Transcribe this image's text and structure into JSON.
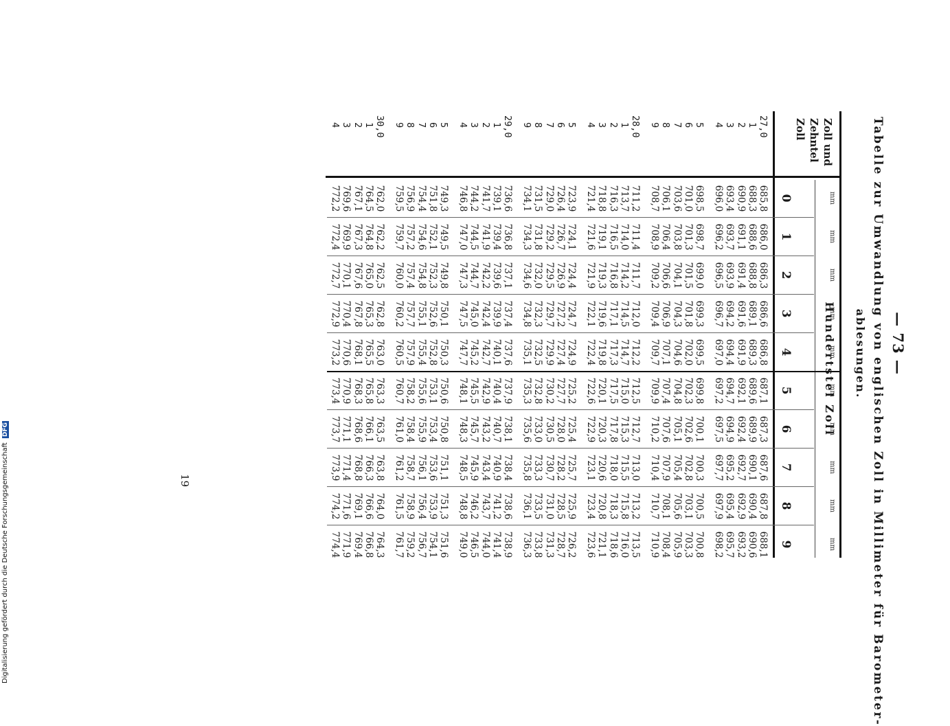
{
  "page_number": "— 73 —",
  "title_line1": "Tabelle zur Umwandlung von englischen Zoll in Millimeter für Barometer-",
  "title_line2": "ablesungen.",
  "section_header": "Hundertstel Zoll",
  "row_header_line1": "Zoll und",
  "row_header_line2": "Zehntel Zoll",
  "unit": "mm",
  "columns": [
    "0",
    "1",
    "2",
    "3",
    "4",
    "5",
    "6",
    "7",
    "8",
    "9"
  ],
  "groups": [
    {
      "rows": [
        {
          "label": "27,0",
          "values": [
            "685,8",
            "686,0",
            "686,3",
            "686,6",
            "686,8",
            "687,1",
            "687,3",
            "687,6",
            "687,8",
            "688,1"
          ]
        },
        {
          "label": "1",
          "values": [
            "688,3",
            "688,6",
            "688,8",
            "689,1",
            "689,3",
            "689,6",
            "689,9",
            "690,1",
            "690,4",
            "690,6"
          ]
        },
        {
          "label": "2",
          "values": [
            "690,9",
            "691,1",
            "691,4",
            "691,6",
            "691,9",
            "692,1",
            "692,4",
            "692,7",
            "692,9",
            "693,2"
          ]
        },
        {
          "label": "3",
          "values": [
            "693,4",
            "693,7",
            "693,9",
            "694,2",
            "694,4",
            "694,7",
            "694,9",
            "695,2",
            "695,4",
            "695,7"
          ]
        },
        {
          "label": "4",
          "values": [
            "696,0",
            "696,2",
            "696,5",
            "696,7",
            "697,0",
            "697,2",
            "697,5",
            "697,7",
            "697,9",
            "698,2"
          ]
        }
      ]
    },
    {
      "rows": [
        {
          "label": "5",
          "values": [
            "698,5",
            "698,7",
            "699,0",
            "699,3",
            "699,5",
            "699,8",
            "700,1",
            "700,3",
            "700,5",
            "700,8"
          ]
        },
        {
          "label": "6",
          "values": [
            "701,0",
            "701,3",
            "701,5",
            "701,8",
            "702,0",
            "702,3",
            "702,6",
            "702,8",
            "703,1",
            "703,3"
          ]
        },
        {
          "label": "7",
          "values": [
            "703,6",
            "703,8",
            "704,1",
            "704,3",
            "704,6",
            "704,8",
            "705,1",
            "705,4",
            "705,6",
            "705,9"
          ]
        },
        {
          "label": "8",
          "values": [
            "706,1",
            "706,4",
            "706,6",
            "706,9",
            "707,1",
            "707,4",
            "707,6",
            "707,9",
            "708,1",
            "708,4"
          ]
        },
        {
          "label": "9",
          "values": [
            "708,7",
            "708,9",
            "709,2",
            "709,4",
            "709,7",
            "709,9",
            "710,2",
            "710,4",
            "710,7",
            "710,9"
          ]
        }
      ]
    },
    {
      "rows": [
        {
          "label": "28,0",
          "values": [
            "711,2",
            "711,4",
            "711,7",
            "712,0",
            "712,2",
            "712,5",
            "712,7",
            "713,0",
            "713,2",
            "713,5"
          ]
        },
        {
          "label": "1",
          "values": [
            "713,7",
            "714,0",
            "714,2",
            "714,5",
            "714,7",
            "715,0",
            "715,3",
            "715,5",
            "715,8",
            "716,0"
          ]
        },
        {
          "label": "2",
          "values": [
            "716,3",
            "716,5",
            "716,8",
            "717,1",
            "717,3",
            "717,5",
            "717,8",
            "718,0",
            "718,3",
            "718,6"
          ]
        },
        {
          "label": "3",
          "values": [
            "718,8",
            "719,1",
            "719,3",
            "719,6",
            "719,8",
            "720,1",
            "720,3",
            "720,6",
            "720,8",
            "721,1"
          ]
        },
        {
          "label": "4",
          "values": [
            "721,4",
            "721,6",
            "721,9",
            "722,1",
            "722,4",
            "722,6",
            "722,9",
            "723,1",
            "723,4",
            "723,6"
          ]
        }
      ]
    },
    {
      "rows": [
        {
          "label": "5",
          "values": [
            "723,9",
            "724,1",
            "724,4",
            "724,7",
            "724,9",
            "725,2",
            "725,4",
            "725,7",
            "725,9",
            "726,2"
          ]
        },
        {
          "label": "6",
          "values": [
            "726,4",
            "726,7",
            "726,9",
            "727,2",
            "727,4",
            "727,7",
            "728,0",
            "728,2",
            "728,5",
            "728,7"
          ]
        },
        {
          "label": "7",
          "values": [
            "729,0",
            "729,2",
            "729,5",
            "729,7",
            "729,9",
            "730,2",
            "730,5",
            "730,7",
            "731,0",
            "731,3"
          ]
        },
        {
          "label": "8",
          "values": [
            "731,5",
            "731,8",
            "732,0",
            "732,3",
            "732,5",
            "732,8",
            "733,0",
            "733,3",
            "733,5",
            "733,8"
          ]
        },
        {
          "label": "9",
          "values": [
            "734,1",
            "734,3",
            "734,6",
            "734,8",
            "735,1",
            "735,3",
            "735,6",
            "735,8",
            "736,1",
            "736,3"
          ]
        }
      ]
    },
    {
      "rows": [
        {
          "label": "29,0",
          "values": [
            "736,6",
            "736,8",
            "737,1",
            "737,4",
            "737,6",
            "737,9",
            "738,1",
            "738,4",
            "738,6",
            "738,9"
          ]
        },
        {
          "label": "1",
          "values": [
            "739,1",
            "739,4",
            "739,6",
            "739,9",
            "740,1",
            "740,4",
            "740,7",
            "740,9",
            "741,2",
            "741,4"
          ]
        },
        {
          "label": "2",
          "values": [
            "741,7",
            "741,9",
            "742,2",
            "742,4",
            "742,7",
            "742,9",
            "743,2",
            "743,4",
            "743,7",
            "744,0"
          ]
        },
        {
          "label": "3",
          "values": [
            "744,2",
            "744,5",
            "744,7",
            "745,0",
            "745,2",
            "745,5",
            "745,7",
            "745,9",
            "746,2",
            "746,5"
          ]
        },
        {
          "label": "4",
          "values": [
            "746,8",
            "747,0",
            "747,3",
            "747,5",
            "747,7",
            "748,1",
            "748,3",
            "748,5",
            "748,8",
            "749,0"
          ]
        }
      ]
    },
    {
      "rows": [
        {
          "label": "5",
          "values": [
            "749,3",
            "749,5",
            "749,8",
            "750,1",
            "750,3",
            "750,6",
            "750,8",
            "751,1",
            "751,3",
            "751,6"
          ]
        },
        {
          "label": "6",
          "values": [
            "751,8",
            "752,1",
            "752,3",
            "752,6",
            "752,8",
            "753,1",
            "753,4",
            "753,6",
            "753,9",
            "754,1"
          ]
        },
        {
          "label": "7",
          "values": [
            "754,4",
            "754,6",
            "754,8",
            "755,1",
            "755,4",
            "755,6",
            "755,9",
            "756,1",
            "756,4",
            "756,7"
          ]
        },
        {
          "label": "8",
          "values": [
            "756,9",
            "757,2",
            "757,4",
            "757,7",
            "757,9",
            "758,2",
            "758,4",
            "758,7",
            "758,9",
            "759,2"
          ]
        },
        {
          "label": "9",
          "values": [
            "759,5",
            "759,7",
            "760,0",
            "760,2",
            "760,5",
            "760,7",
            "761,0",
            "761,2",
            "761,5",
            "761,7"
          ]
        }
      ]
    },
    {
      "rows": [
        {
          "label": "30,0",
          "values": [
            "762,0",
            "762,2",
            "762,5",
            "762,8",
            "763,0",
            "763,3",
            "763,5",
            "763,8",
            "764,0",
            "764,3"
          ]
        },
        {
          "label": "1",
          "values": [
            "764,5",
            "764,8",
            "765,0",
            "765,3",
            "765,5",
            "765,8",
            "766,1",
            "766,3",
            "766,6",
            "766,8"
          ]
        },
        {
          "label": "2",
          "values": [
            "767,1",
            "767,3",
            "767,6",
            "767,8",
            "768,1",
            "768,3",
            "768,6",
            "768,8",
            "769,1",
            "769,4"
          ]
        },
        {
          "label": "3",
          "values": [
            "769,6",
            "769,9",
            "770,1",
            "770,4",
            "770,6",
            "770,9",
            "771,1",
            "771,4",
            "771,6",
            "771,9"
          ]
        },
        {
          "label": "4",
          "values": [
            "772,2",
            "772,4",
            "772,7",
            "772,9",
            "773,2",
            "773,4",
            "773,7",
            "773,9",
            "774,2",
            "774,4"
          ]
        }
      ]
    }
  ],
  "folio": "19",
  "credit": "Digitalisierung gefördert durch die Deutsche Forschungsgemeinschaft",
  "credit_logo": "DFG"
}
